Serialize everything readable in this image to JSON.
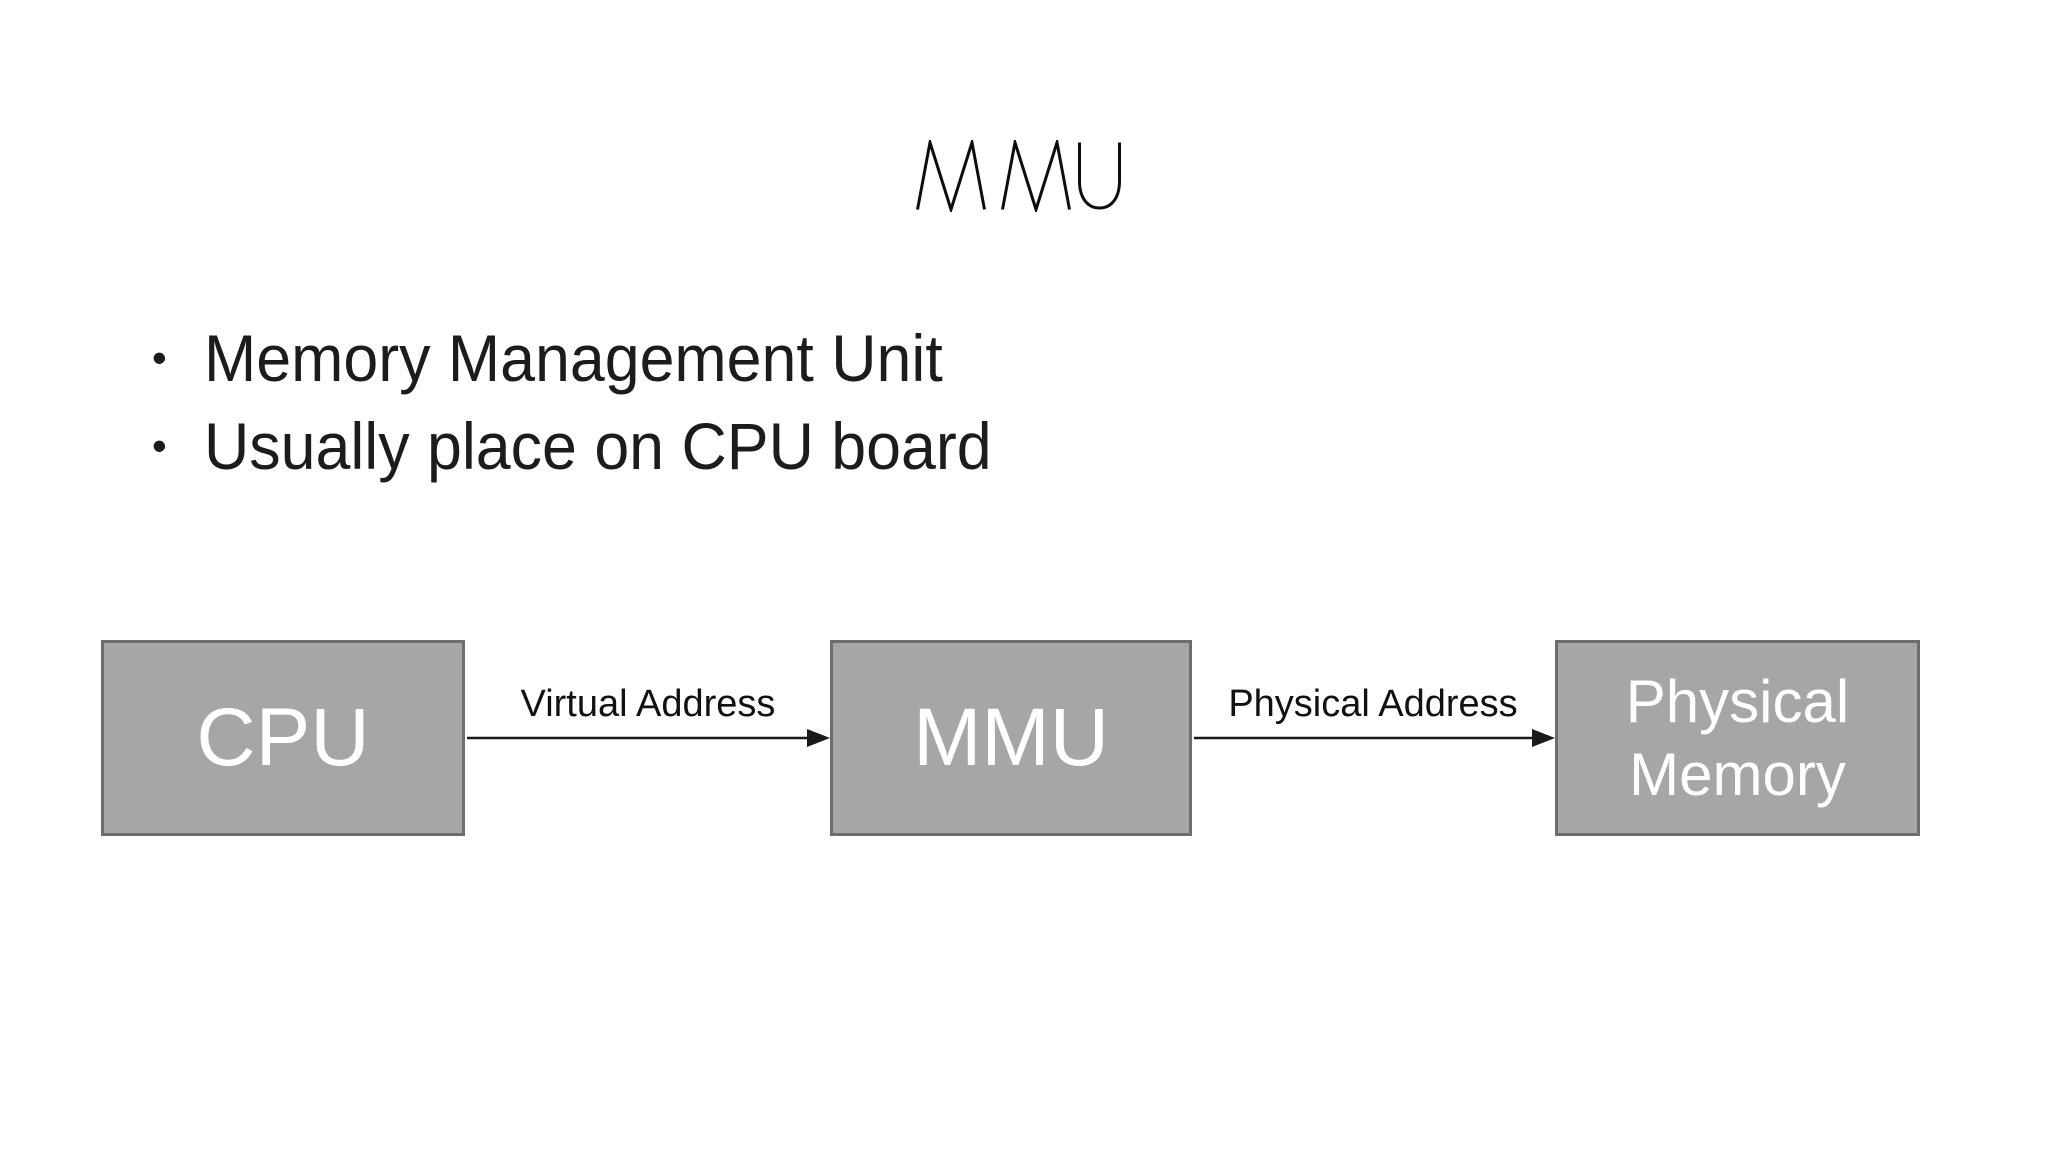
{
  "slide": {
    "title": "MMU",
    "bullet_char": "•",
    "bullets": [
      "Memory Management Unit",
      "Usually place on CPU board"
    ]
  },
  "diagram": {
    "nodes": [
      {
        "id": "cpu",
        "label": "CPU"
      },
      {
        "id": "mmu",
        "label": "MMU"
      },
      {
        "id": "physical-memory",
        "label": "Physical Memory",
        "label_lines": [
          "Physical",
          "Memory"
        ]
      }
    ],
    "edges": [
      {
        "from": "cpu",
        "to": "mmu",
        "label": "Virtual Address",
        "direction": "right"
      },
      {
        "from": "mmu",
        "to": "physical-memory",
        "label": "Physical Address",
        "direction": "right"
      }
    ],
    "colors": {
      "background": "#ffffff",
      "node_fill": "#a6a6a6",
      "node_border": "#6d6d6d",
      "node_text": "#ffffff",
      "arrow": "#1a1a1a",
      "edge_label_text": "#111111",
      "title_text": "#0d0d0d",
      "body_text": "#1c1c1c"
    }
  }
}
